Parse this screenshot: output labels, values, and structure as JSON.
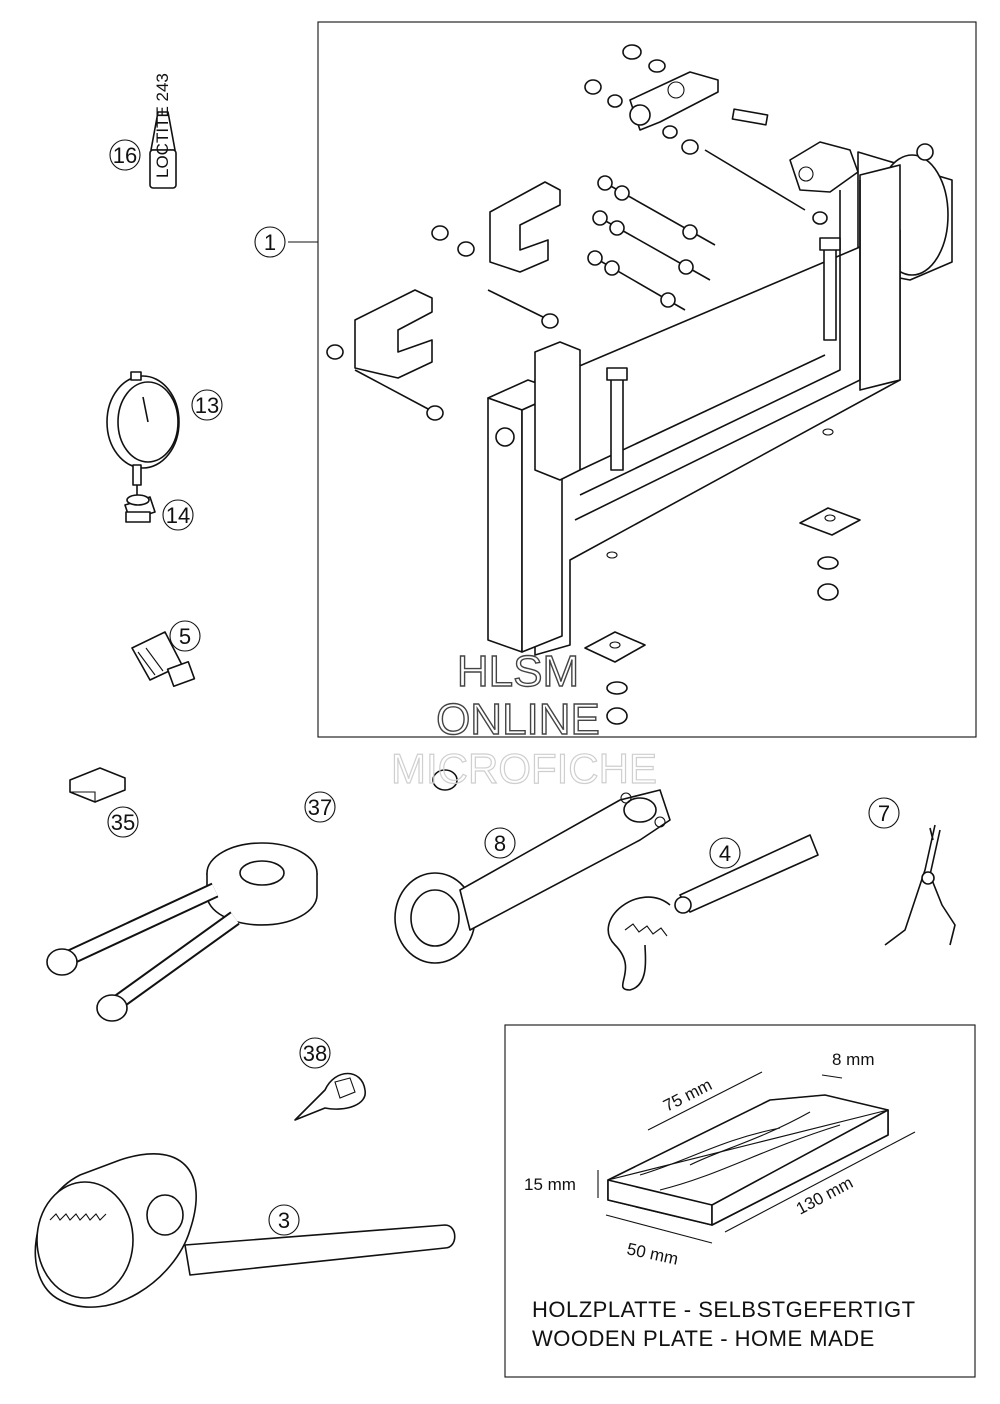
{
  "callouts": {
    "c1": "1",
    "c3": "3",
    "c4": "4",
    "c5": "5",
    "c7": "7",
    "c8": "8",
    "c13": "13",
    "c14": "14",
    "c16": "16",
    "c35": "35",
    "c37": "37",
    "c38": "38"
  },
  "watermark": {
    "line1": "HLSM",
    "line2": "ONLINE",
    "line3": "MICROFICHE"
  },
  "wooden_plate": {
    "dim_length": "130 mm",
    "dim_width": "75 mm",
    "dim_slot": "8 mm",
    "dim_height": "15 mm",
    "dim_front": "50 mm",
    "label_de": "HOLZPLATTE - SELBSTGEFERTIGT",
    "label_en": "WOODEN PLATE - HOME MADE"
  },
  "loctite_label": "LOCTITE 243"
}
